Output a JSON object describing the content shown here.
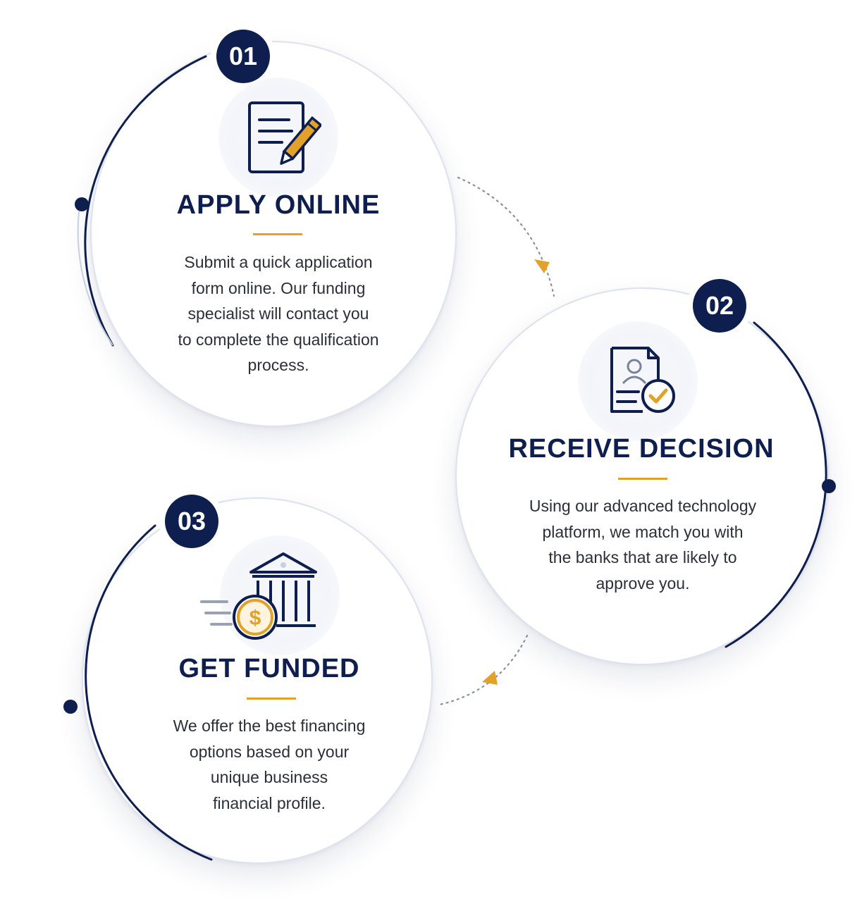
{
  "steps": [
    {
      "number": "01",
      "title": "APPLY ONLINE",
      "icon": "application-form-pencil-icon",
      "description": [
        "Submit a quick application",
        "form online. Our funding",
        "specialist will contact you",
        "to complete the qualification",
        "process."
      ]
    },
    {
      "number": "02",
      "title": "RECEIVE DECISION",
      "icon": "approved-document-icon",
      "description": [
        "Using our advanced technology",
        "platform, we match you with",
        "the banks that are likely to",
        "approve you."
      ]
    },
    {
      "number": "03",
      "title": "GET FUNDED",
      "icon": "bank-dollar-coin-icon",
      "description": [
        "We offer the best financing",
        "options based on your",
        "unique business",
        "financial profile."
      ]
    }
  ],
  "colors": {
    "navy": "#0e1f4f",
    "accent": "#e2a22a",
    "text": "#2b2f3a",
    "ring": "#dde2ef"
  }
}
